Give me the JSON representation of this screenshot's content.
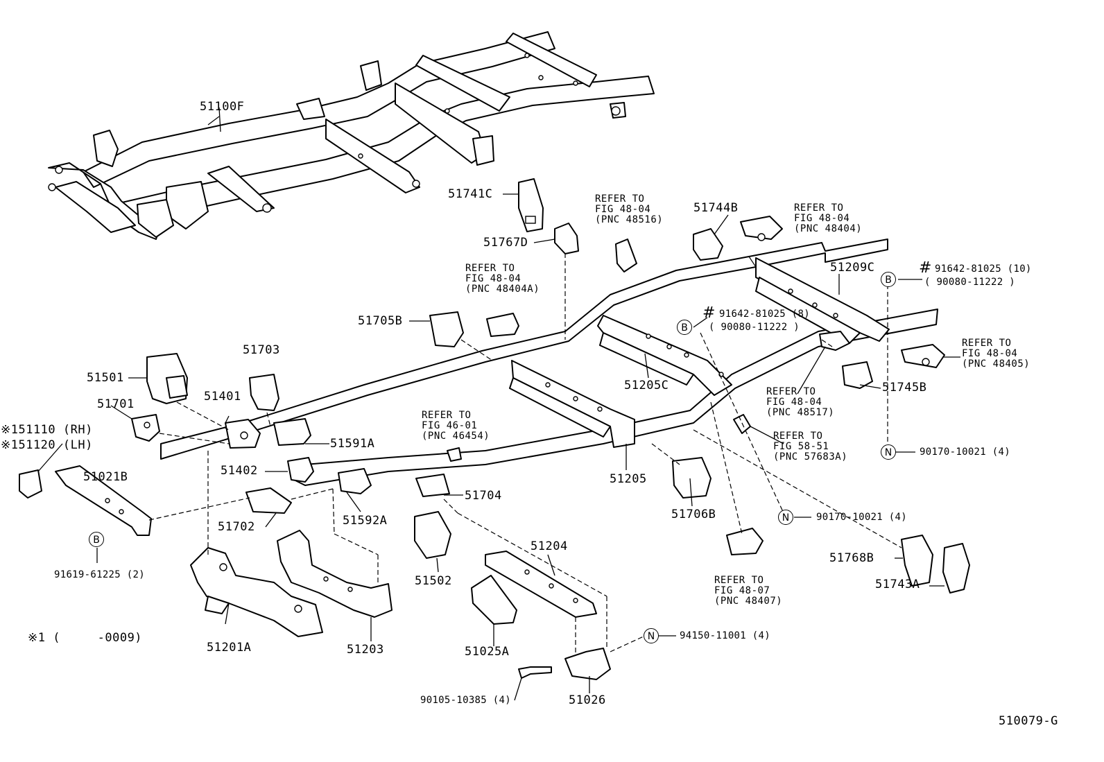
{
  "parts": {
    "p51100F": "51100F",
    "p51741C": "51741C",
    "p51767D": "51767D",
    "p51744B": "51744B",
    "p51209C": "51209C",
    "p51705B": "51705B",
    "p51205C": "51205C",
    "p51745B": "51745B",
    "p51501": "51501",
    "p51703": "51703",
    "p51401": "51401",
    "p51701": "51701",
    "p51591A": "51591A",
    "p51021B": "51021B",
    "p51402": "51402",
    "p51704": "51704",
    "p51205": "51205",
    "p51702": "51702",
    "p51592A": "51592A",
    "p51706B": "51706B",
    "p51204": "51204",
    "p51502": "51502",
    "p51768B": "51768B",
    "p51743A": "51743A",
    "p51201A": "51201A",
    "p51203": "51203",
    "p51025A": "51025A",
    "p51026": "51026",
    "p151110": "※151110 (RH)",
    "p151120": "※151120 (LH)",
    "note1": "※1 (     -0009)"
  },
  "refs": {
    "r48516": "REFER TO\nFIG 48-04\n(PNC 48516)",
    "r48404": "REFER TO\nFIG 48-04\n(PNC 48404)",
    "r48404A": "REFER TO\nFIG 48-04\n(PNC 48404A)",
    "r48405": "REFER TO\nFIG 48-04\n(PNC 48405)",
    "r48517": "REFER TO\nFIG 48-04\n(PNC 48517)",
    "r46454": "REFER TO\nFIG 46-01\n(PNC 46454)",
    "r57683A": "REFER TO\nFIG 58-51\n(PNC 57683A)",
    "r48407": "REFER TO\nFIG 48-07\n(PNC 48407)"
  },
  "specs": {
    "s1a": "91642-81025 (10)",
    "s1b": "( 90080-11222 )",
    "s2a": "91642-81025 (8)",
    "s2b": "( 90080-11222 )",
    "s3": "90170-10021 (4)",
    "s4": "90170-10021 (4)",
    "s5": "91619-61225 (2)",
    "s6": "94150-11001 (4)",
    "s7": "90105-10385 (4)"
  },
  "symbols": {
    "B": "B",
    "N": "N",
    "hash": "#"
  },
  "figure_id": "510079-G"
}
